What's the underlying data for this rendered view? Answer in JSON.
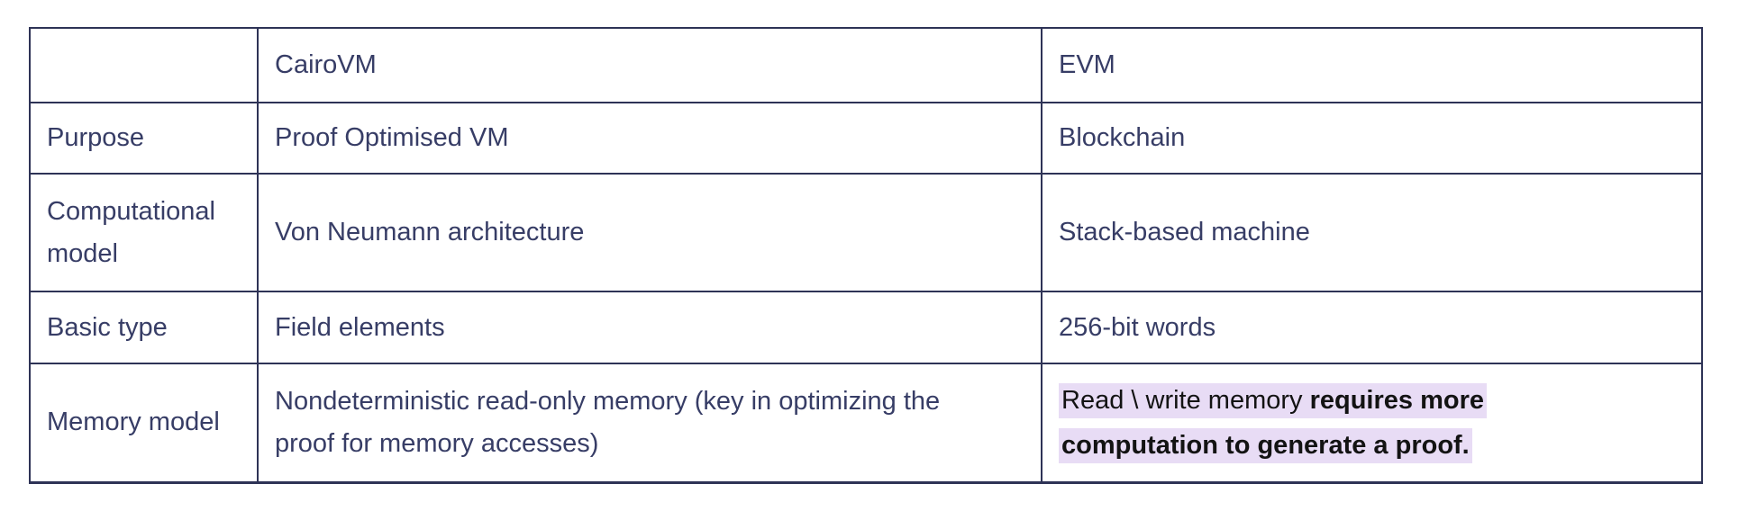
{
  "table": {
    "header": {
      "blank": "",
      "cairovm": "CairoVM",
      "evm": "EVM"
    },
    "rows": [
      {
        "label": "Purpose",
        "cairovm": "Proof Optimised VM",
        "evm": "Blockchain"
      },
      {
        "label": "Computational model",
        "cairovm": "Von Neumann architecture",
        "evm": "Stack-based machine"
      },
      {
        "label": "Basic type",
        "cairovm": "Field elements",
        "evm": "256-bit words"
      },
      {
        "label": "Memory model",
        "cairovm_lines": [
          "Nondeterministic read-only memory (key in optimizing the",
          "proof for memory accesses)"
        ],
        "cairovm_full": "Nondeterministic read-only memory (key in optimizing the proof for memory accesses)",
        "evm_highlight_regular": "Read \\ write memory ",
        "evm_highlight_bold_lines": [
          "requires more",
          "computation to generate a proof."
        ],
        "evm_full": "Read \\ write memory requires more computation to generate a proof."
      }
    ],
    "colors": {
      "border": "#2e3356",
      "text": "#373d66",
      "highlight_background": "#e8dcf5",
      "highlight_text": "#131313"
    }
  }
}
